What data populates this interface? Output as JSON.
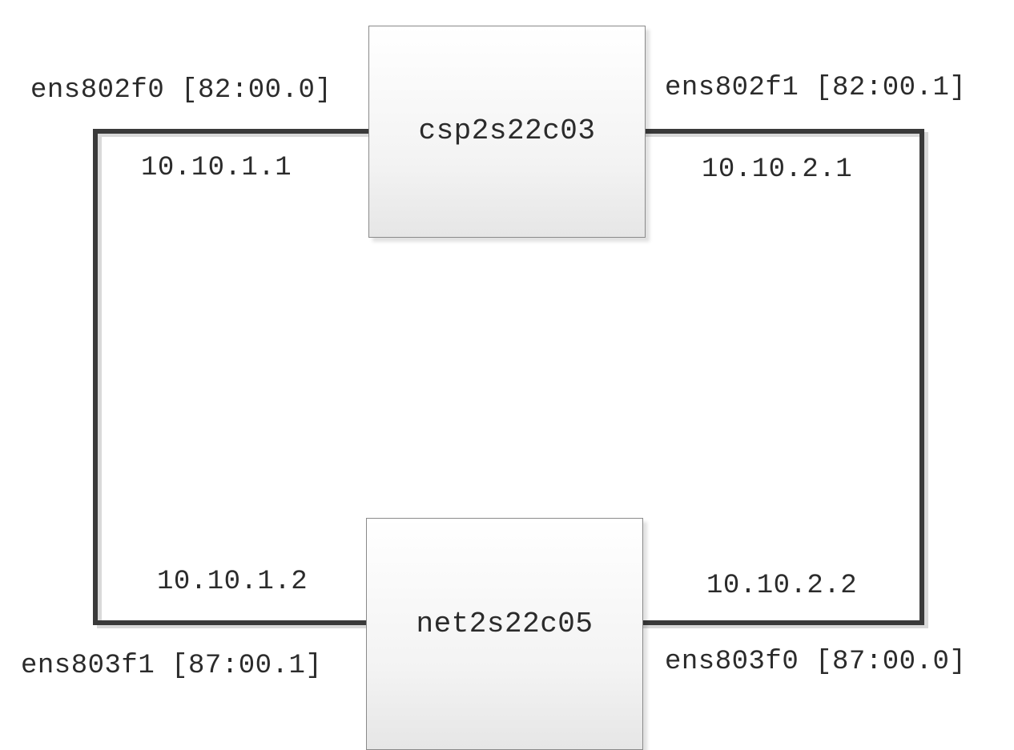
{
  "nodes": {
    "top": {
      "name": "csp2s22c03"
    },
    "bottom": {
      "name": "net2s22c05"
    }
  },
  "links": {
    "left": {
      "top_interface": "ens802f0 [82:00.0]",
      "top_ip": "10.10.1.1",
      "bottom_interface": "ens803f1 [87:00.1]",
      "bottom_ip": "10.10.1.2"
    },
    "right": {
      "top_interface": "ens802f1 [82:00.1]",
      "top_ip": "10.10.2.1",
      "bottom_interface": "ens803f0 [87:00.0]",
      "bottom_ip": "10.10.2.2"
    }
  },
  "colors": {
    "link": "#3a3a3a",
    "box_border": "#8a8a8a",
    "text": "#2b2b2b"
  }
}
